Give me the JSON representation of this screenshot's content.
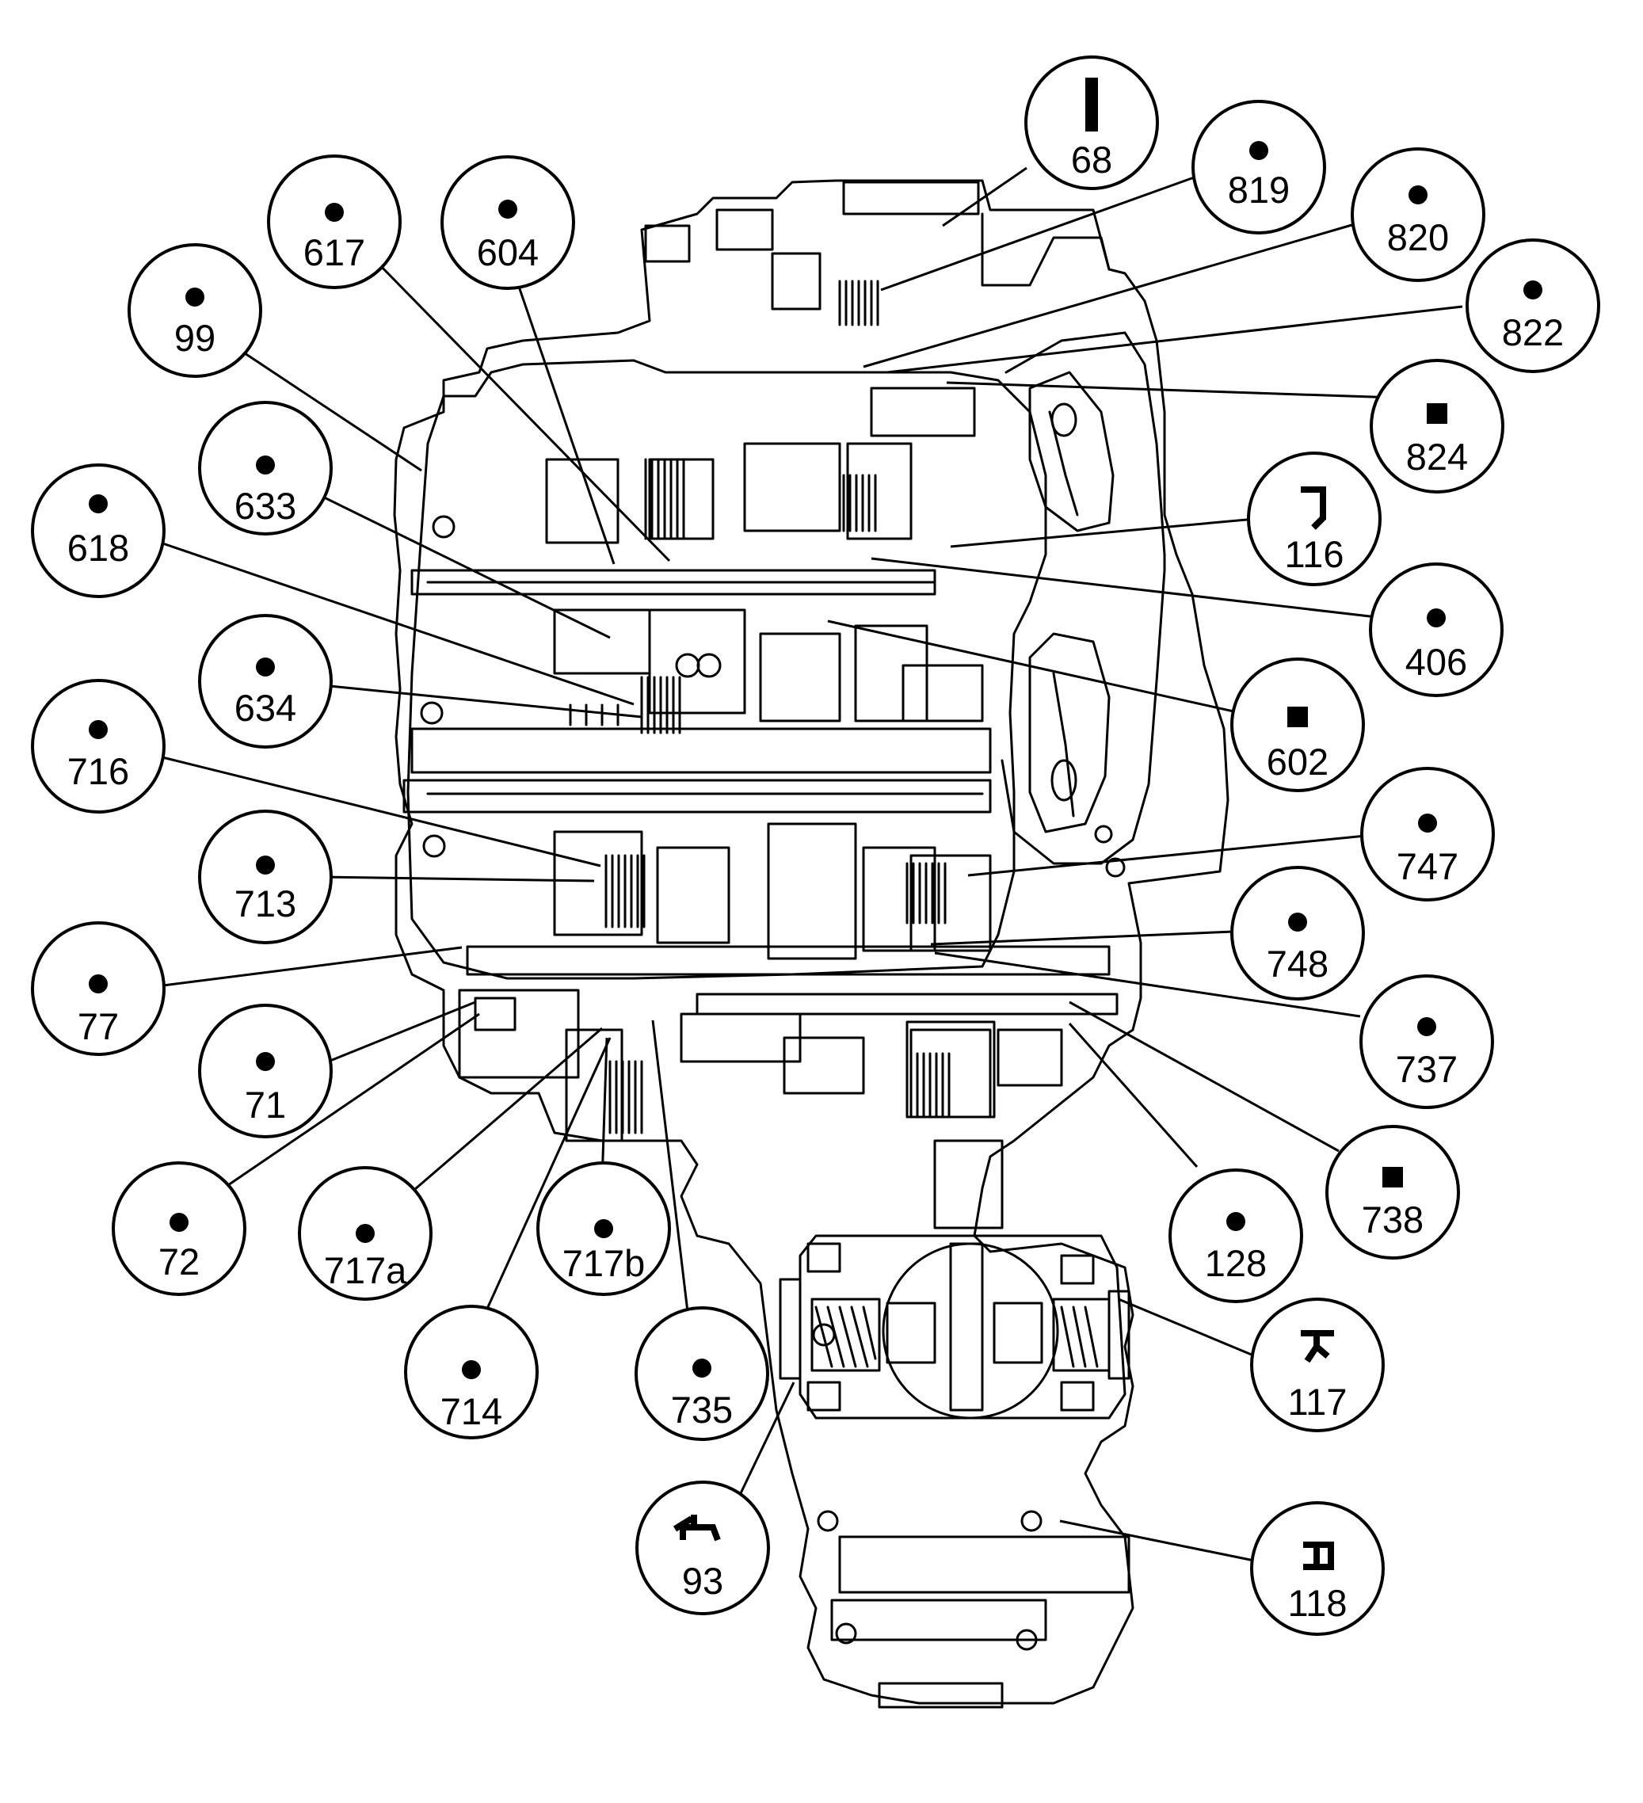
{
  "diagram": {
    "type": "transmission-cross-section",
    "colors": {
      "line": "#000000",
      "background": "#ffffff"
    },
    "callouts": [
      {
        "id": "68",
        "symbol": "bar-icon"
      },
      {
        "id": "819",
        "symbol": "dot-icon"
      },
      {
        "id": "820",
        "symbol": "dot-icon"
      },
      {
        "id": "822",
        "symbol": "dot-icon"
      },
      {
        "id": "824",
        "symbol": "square-icon"
      },
      {
        "id": "116",
        "symbol": "hook-icon"
      },
      {
        "id": "406",
        "symbol": "dot-icon"
      },
      {
        "id": "602",
        "symbol": "square-icon"
      },
      {
        "id": "747",
        "symbol": "dot-icon"
      },
      {
        "id": "748",
        "symbol": "dot-icon"
      },
      {
        "id": "737",
        "symbol": "dot-icon"
      },
      {
        "id": "738",
        "symbol": "square-icon"
      },
      {
        "id": "128",
        "symbol": "dot-icon"
      },
      {
        "id": "117",
        "symbol": "funnel-icon"
      },
      {
        "id": "118",
        "symbol": "bracket-icon"
      },
      {
        "id": "617",
        "symbol": "dot-icon"
      },
      {
        "id": "604",
        "symbol": "dot-icon"
      },
      {
        "id": "99",
        "symbol": "dot-icon"
      },
      {
        "id": "633",
        "symbol": "dot-icon"
      },
      {
        "id": "618",
        "symbol": "dot-icon"
      },
      {
        "id": "634",
        "symbol": "dot-icon"
      },
      {
        "id": "716",
        "symbol": "dot-icon"
      },
      {
        "id": "713",
        "symbol": "dot-icon"
      },
      {
        "id": "77",
        "symbol": "dot-icon"
      },
      {
        "id": "71",
        "symbol": "dot-icon"
      },
      {
        "id": "72",
        "symbol": "dot-icon"
      },
      {
        "id": "717a",
        "symbol": "dot-icon"
      },
      {
        "id": "717b",
        "symbol": "dot-icon"
      },
      {
        "id": "714",
        "symbol": "dot-icon"
      },
      {
        "id": "735",
        "symbol": "dot-icon"
      },
      {
        "id": "93",
        "symbol": "oil-can-icon"
      }
    ]
  }
}
